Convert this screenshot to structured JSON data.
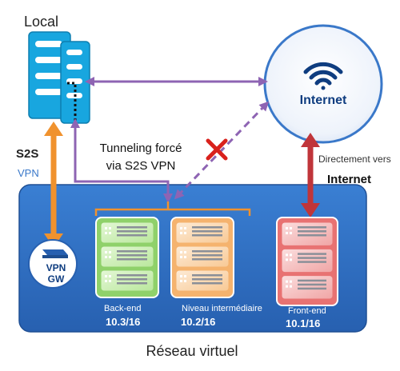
{
  "labels": {
    "local": "Local",
    "internet": "Internet",
    "s2s": "S2S",
    "vpn": "VPN",
    "forced_tunneling_line1": "Tunneling forcé",
    "forced_tunneling_line2": "via S2S VPN",
    "direct_line1": "Directement vers",
    "direct_line2": "Internet",
    "vpn_gw_line1": "VPN",
    "vpn_gw_line2": "GW",
    "vnet": "Réseau virtuel"
  },
  "tiers": [
    {
      "name": "Back-end",
      "subnet": "10.3/16",
      "color": "#8fd16a"
    },
    {
      "name": "Niveau intermédiaire",
      "subnet": "10.2/16",
      "color": "#f5b36e"
    },
    {
      "name": "Front-end",
      "subnet": "10.1/16",
      "color": "#e87272"
    }
  ],
  "colors": {
    "vnet_fill": "#2f6fc3",
    "purple_link": "#8e64b3",
    "orange_link": "#f0922e",
    "red_link": "#c0353a",
    "blocked_mark": "#d9211c",
    "server_blue": "#18a6df"
  }
}
